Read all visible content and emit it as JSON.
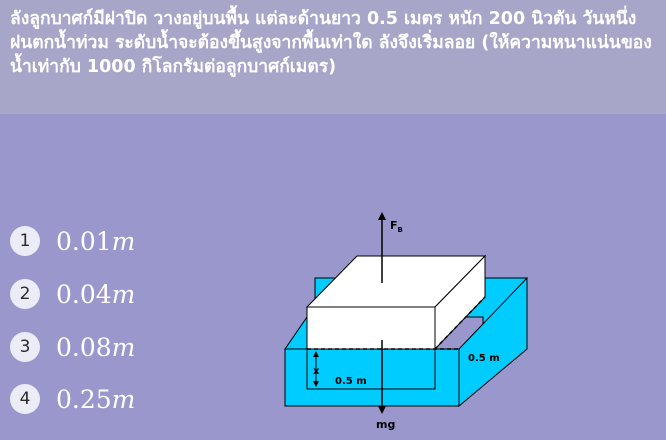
{
  "question": {
    "text": "ลังลูกบาศก์มีฝาปิด วางอยู่บนพื้น แต่ละด้านยาว 0.5 เมตร หนัก 200 นิวตัน วันหนึ่งฝนตกน้ำท่วม ระดับน้ำจะต้องขึ้นสูงจากพื้นเท่าใด ลังจึงเริ่มลอย (ให้ความหนาแน่นของน้ำเท่ากับ 1000 กิโลกรัมต่อลูกบาศก์เมตร)"
  },
  "choices": [
    {
      "number": "1",
      "value": "0.01",
      "unit": "m"
    },
    {
      "number": "2",
      "value": "0.04",
      "unit": "m"
    },
    {
      "number": "3",
      "value": "0.08",
      "unit": "m"
    },
    {
      "number": "4",
      "value": "0.25",
      "unit": "m"
    }
  ],
  "diagram": {
    "buoyancy_label": "F",
    "buoyancy_subscript": "B",
    "weight_label": "mg",
    "depth_label": "x",
    "width_label": "0.5 m",
    "depth_side_label": "0.5 m",
    "colors": {
      "water": "#00ccff",
      "box": "#ffffff",
      "outline": "#000000"
    }
  }
}
